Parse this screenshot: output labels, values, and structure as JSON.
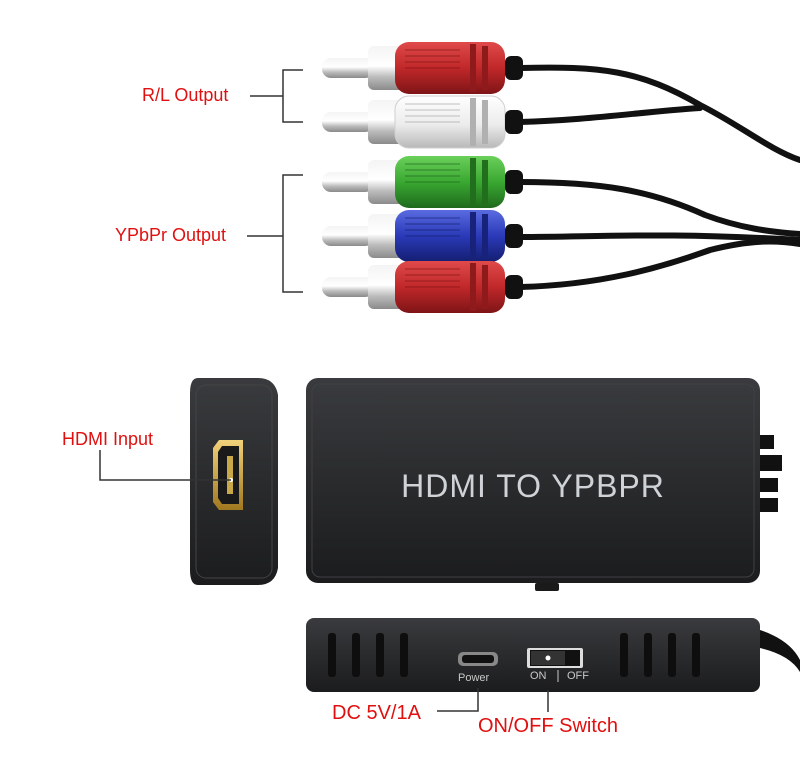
{
  "labels": {
    "rl_output": "R/L Output",
    "ypbpr_output": "YPbPr Output",
    "hdmi_input": "HDMI Input",
    "dc_power": "DC 5V/1A",
    "onoff_switch": "ON/OFF Switch"
  },
  "device": {
    "title": "HDMI TO YPBPR",
    "power_port_label": "Power",
    "switch_on_label": "ON",
    "switch_off_label": "OFF"
  },
  "colors": {
    "callout_text": "#e01010",
    "plug_red": "#c0282a",
    "plug_white": "#f0f0f0",
    "plug_green": "#3aa832",
    "plug_blue": "#2a3ab8",
    "device_body": "#2a2b2d",
    "device_text": "#cfd2d6"
  }
}
